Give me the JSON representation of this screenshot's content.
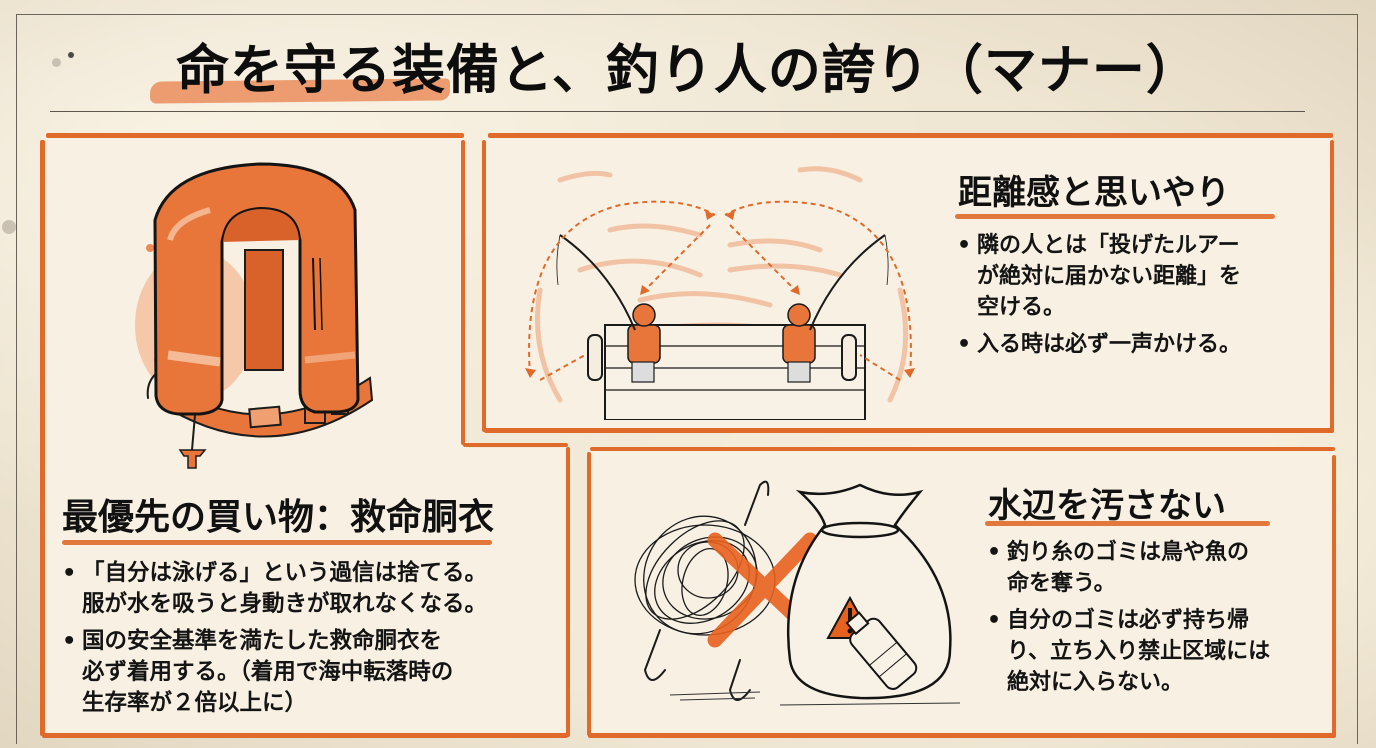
{
  "poster": {
    "title": "命を守る装備と、釣り人の誇り（マナー）",
    "accent_color": "#e06a2a",
    "paper_color": "#efe6d3"
  },
  "panels": {
    "life_jacket": {
      "heading": "最優先の買い物：救命胴衣",
      "bullets": [
        "「自分は泳げる」という過信は捨てる。服が水を吸うと身動きが取れなくなる。",
        "国の安全基準を満たした救命胴衣を必ず着用する。（着用で海中転落時の生存率が２倍以上に）"
      ],
      "bullet_lines": [
        [
          "「自分は泳げる」という過信は捨てる。",
          "服が水を吸うと身動きが取れなくなる。"
        ],
        [
          "国の安全基準を満たした救命胴衣を",
          "必ず着用する。（着用で海中転落時の",
          "生存率が２倍以上に）"
        ]
      ],
      "illustration": "inflatable-life-jacket"
    },
    "distance": {
      "heading": "距離感と思いやり",
      "bullet_lines": [
        [
          "隣の人とは「投げたルアー",
          "が絶対に届かない距離」を",
          "空ける。"
        ],
        [
          "入る時は必ず一声かける。"
        ]
      ],
      "illustration": "two-anglers-on-pier-with-casting-arcs"
    },
    "clean_water": {
      "heading": "水辺を汚さない",
      "bullet_lines": [
        [
          "釣り糸のゴミは鳥や魚の",
          "命を奪う。"
        ],
        [
          "自分のゴミは必ず持ち帰",
          "り、立ち入り禁止区域には",
          "絶対に入らない。"
        ]
      ],
      "illustration": "tangled-line-crossed-out-and-trash-bag-with-warning"
    }
  }
}
